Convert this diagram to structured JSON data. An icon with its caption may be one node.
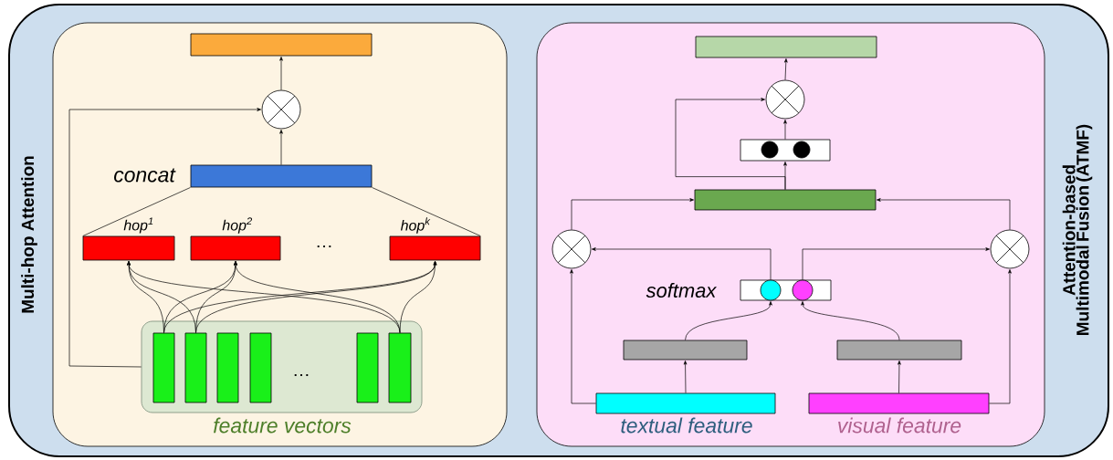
{
  "diagram": {
    "nodes": [
      {
        "text": [
          "Multi-hop Attention"
        ]
      },
      {
        "text": [],
        "shape": "box",
        "in": 0
      },
      {
        "text": [],
        "shape": "circle",
        "in": 0
      },
      {
        "text": [],
        "shape": "box",
        "in": 0,
        "beside": [
          "concat"
        ]
      },
      {
        "text": [],
        "shape": "box",
        "in": 0,
        "beside": [
          "hop$^{1}$"
        ]
      },
      {
        "text": [],
        "shape": "box",
        "in": 0,
        "beside": [
          "hop$^{2}$"
        ]
      },
      {
        "text": [],
        "shape": "box",
        "in": 0,
        "beside": [
          "hop$^{k}$"
        ]
      },
      {
        "text": [
          "feature vectors"
        ],
        "in": 0
      },
      {
        "text": [],
        "shape": "bar",
        "in": 7
      },
      {
        "text": [],
        "shape": "bar",
        "in": 7
      },
      {
        "text": [],
        "shape": "bar",
        "in": 7
      },
      {
        "text": [],
        "shape": "bar",
        "in": 7
      },
      {
        "text": [],
        "shape": "bar",
        "in": 7
      },
      {
        "text": [],
        "shape": "bar",
        "in": 7
      },
      {
        "text": [
          "Attention-based Multimodal Fusion (ATMF)"
        ]
      },
      {
        "text": [],
        "shape": "box",
        "in": 14
      },
      {
        "text": [],
        "shape": "circle",
        "in": 14
      },
      {
        "text": [],
        "shape": "box",
        "in": 14
      },
      {
        "text": [],
        "shape": "circle",
        "in": 17
      },
      {
        "text": [],
        "shape": "circle",
        "in": 17
      },
      {
        "text": [],
        "shape": "box",
        "in": 14
      },
      {
        "text": [],
        "shape": "circle",
        "in": 14
      },
      {
        "text": [],
        "shape": "circle",
        "in": 14
      },
      {
        "text": [],
        "shape": "box",
        "in": 14,
        "beside": [
          "softmax"
        ]
      },
      {
        "text": [],
        "shape": "circle",
        "in": 23
      },
      {
        "text": [],
        "shape": "circle",
        "in": 23
      },
      {
        "text": [],
        "shape": "box",
        "in": 14
      },
      {
        "text": [],
        "shape": "box",
        "in": 14
      },
      {
        "text": [],
        "shape": "box",
        "in": 14,
        "beside": [
          "textual feature"
        ]
      },
      {
        "text": [],
        "shape": "box",
        "in": 14,
        "beside": [
          "visual feature"
        ]
      }
    ],
    "edges": [
      {
        "from": 3,
        "to": 2,
        "arrow": "to"
      },
      {
        "from": 2,
        "to": 1,
        "arrow": "to"
      },
      {
        "from": 7,
        "to": 2,
        "arrow": "to"
      },
      {
        "from": 3,
        "to": 4,
        "arrow": "none"
      },
      {
        "from": 3,
        "to": 6,
        "arrow": "none"
      },
      {
        "from": 8,
        "to": 4,
        "arrow": "to"
      },
      {
        "from": 8,
        "to": 5,
        "arrow": "to"
      },
      {
        "from": 8,
        "to": 6,
        "arrow": "to"
      },
      {
        "from": 9,
        "to": 4,
        "arrow": "to"
      },
      {
        "from": 9,
        "to": 5,
        "arrow": "to"
      },
      {
        "from": 9,
        "to": 6,
        "arrow": "to"
      },
      {
        "from": 13,
        "to": 4,
        "arrow": "to"
      },
      {
        "from": 13,
        "to": 5,
        "arrow": "to"
      },
      {
        "from": 13,
        "to": 6,
        "arrow": "to"
      },
      {
        "from": 28,
        "to": 26,
        "arrow": "to"
      },
      {
        "from": 29,
        "to": 27,
        "arrow": "to"
      },
      {
        "from": 26,
        "to": 24,
        "arrow": "to"
      },
      {
        "from": 27,
        "to": 25,
        "arrow": "to"
      },
      {
        "from": 24,
        "to": 21,
        "arrow": "to"
      },
      {
        "from": 25,
        "to": 22,
        "arrow": "to"
      },
      {
        "from": 28,
        "to": 21,
        "arrow": "to"
      },
      {
        "from": 29,
        "to": 22,
        "arrow": "to"
      },
      {
        "from": 21,
        "to": 20,
        "arrow": "to"
      },
      {
        "from": 22,
        "to": 20,
        "arrow": "to"
      },
      {
        "from": 20,
        "to": 17,
        "arrow": "to"
      },
      {
        "from": 20,
        "to": 16,
        "arrow": "to"
      },
      {
        "from": 17,
        "to": 16,
        "arrow": "to"
      },
      {
        "from": 16,
        "to": 15,
        "arrow": "to"
      }
    ],
    "labels": [
      "…",
      "…"
    ]
  }
}
